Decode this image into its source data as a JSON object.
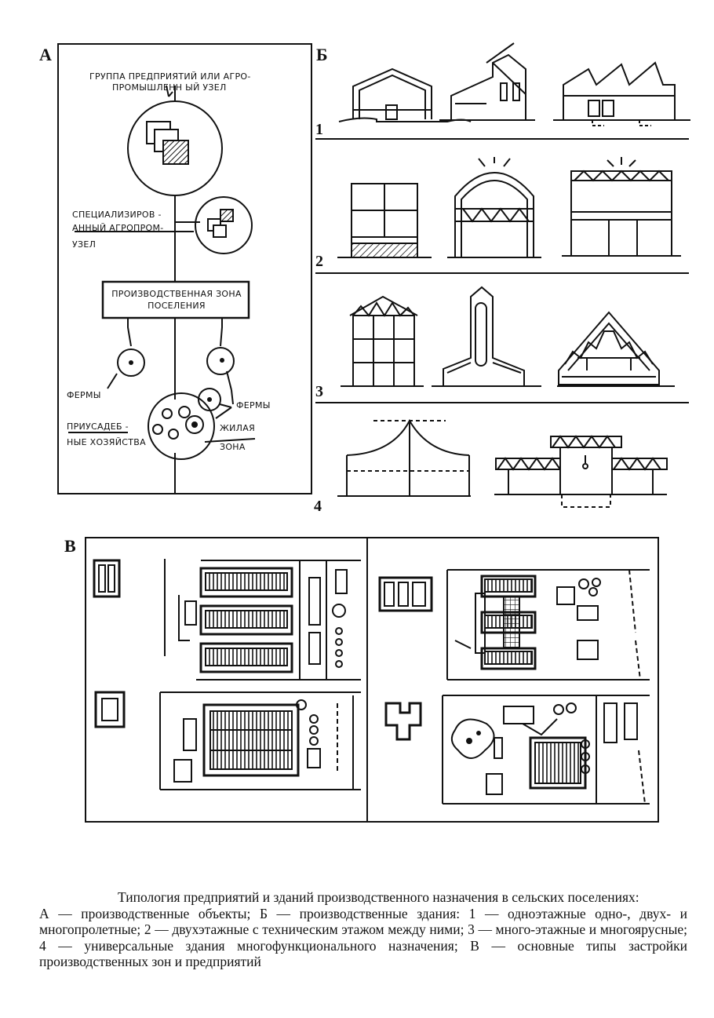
{
  "panels": {
    "a_label": "А",
    "b_label": "Б",
    "v_label": "В"
  },
  "panel_a": {
    "node_top_line1": "ГРУППА ПРЕДПРИЯТИЙ ИЛИ АГРО-",
    "node_top_line2": "ПРОМЫШЛЕНН ЫЙ УЗЕЛ",
    "node_spec_line1": "СПЕЦИАЛИЗИРОВ -",
    "node_spec_line2": "АННЫЙ АГРОПРОМ-",
    "node_spec_line3": "УЗЕЛ",
    "zone_line1": "ПРОИЗВОДСТВЕННАЯ ЗОНА",
    "zone_line2": "ПОСЕЛЕНИЯ",
    "farms_left": "ФЕРМЫ",
    "farms_right": "ФЕРМЫ",
    "household_line1": "ПРИУСАДЕБ -",
    "household_line2": "НЫЕ ХОЗЯЙСТВА",
    "living_line1": "ЖИЛАЯ",
    "living_line2": "ЗОНА"
  },
  "panel_b": {
    "rows": [
      "1",
      "2",
      "3",
      "4"
    ]
  },
  "caption": {
    "title": "Типология предприятий и зданий производственного назначения в сельских поселениях:",
    "body": "А — производственные объекты; Б — производственные здания: 1 — одноэтажные одно-, двух- и многопролетные; 2 — двухэтажные с техническим этажом между ними; 3 — много-этажные и многоярусные; 4 — универсальные здания многофункционального назначения; В — основные типы застройки производственных зон и предприятий"
  }
}
